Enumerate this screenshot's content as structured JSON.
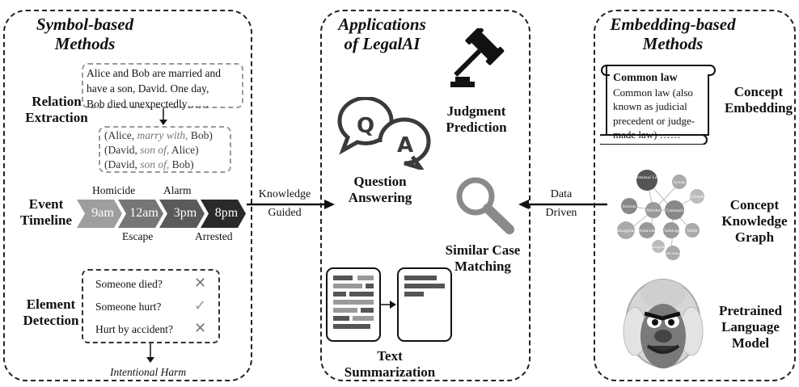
{
  "left_panel": {
    "title_line1": "Symbol-based",
    "title_line2": "Methods",
    "relation_extraction": {
      "label_line1": "Relation",
      "label_line2": "Extraction",
      "story_line1": "Alice and Bob are married and",
      "story_line2": "have a son, David. One day,",
      "story_line3": "Bob died unexpectedly……",
      "triples": [
        {
          "a": "(Alice, ",
          "rel": "marry with,",
          "b": " Bob)"
        },
        {
          "a": "(David, ",
          "rel": "son of,",
          "b": " Alice)"
        },
        {
          "a": "(David, ",
          "rel": "son of,",
          "b": " Bob)"
        }
      ]
    },
    "event_timeline": {
      "label_line1": "Event",
      "label_line2": "Timeline",
      "times": [
        "9am",
        "12am",
        "3pm",
        "8pm"
      ],
      "events_above": [
        "Homicide",
        "Alarm"
      ],
      "events_below": [
        "Escape",
        "Arrested"
      ],
      "colors": [
        "#9e9e9e",
        "#767676",
        "#5a5a5a",
        "#2a2a2a"
      ]
    },
    "element_detection": {
      "label_line1": "Element",
      "label_line2": "Detection",
      "questions": [
        {
          "text": "Someone died?",
          "mark": "✕"
        },
        {
          "text": "Someone hurt?",
          "mark": "✓"
        },
        {
          "text": "Hurt by accident?",
          "mark": "✕"
        }
      ],
      "result": "Intentional Harm"
    }
  },
  "middle_panel": {
    "title_line1": "Applications",
    "title_line2": "of LegalAI",
    "judgment_line1": "Judgment",
    "judgment_line2": "Prediction",
    "qa_line1": "Question",
    "qa_line2": "Answering",
    "q_letter": "Q",
    "a_letter": "A",
    "scm_line1": "Similar Case",
    "scm_line2": "Matching",
    "ts_line1": "Text",
    "ts_line2": "Summarization"
  },
  "right_panel": {
    "title_line1": "Embedding-based",
    "title_line2": "Methods",
    "common_law_title": "Common law",
    "common_law_body": "Common law (also known as judicial precedent or judge-made law) ……",
    "concept_embedding_line1": "Concept",
    "concept_embedding_line2": "Embedding",
    "ckg_line1": "Concept",
    "ckg_line2": "Knowledge",
    "ckg_line3": "Graph",
    "graph_nodes": [
      "Criminal Law",
      "Group",
      "Friends",
      "Actions",
      "Murder",
      "Criminals",
      "Smuggling",
      "Homicide",
      "Underage",
      "Mafia",
      "Trespass",
      "Death Penalty"
    ],
    "plm_line1": "Pretrained",
    "plm_line2": "Language",
    "plm_line3": "Model"
  },
  "arrows": {
    "left_label_line1": "Knowledge",
    "left_label_line2": "Guided",
    "right_label_line1": "Data",
    "right_label_line2": "Driven"
  }
}
